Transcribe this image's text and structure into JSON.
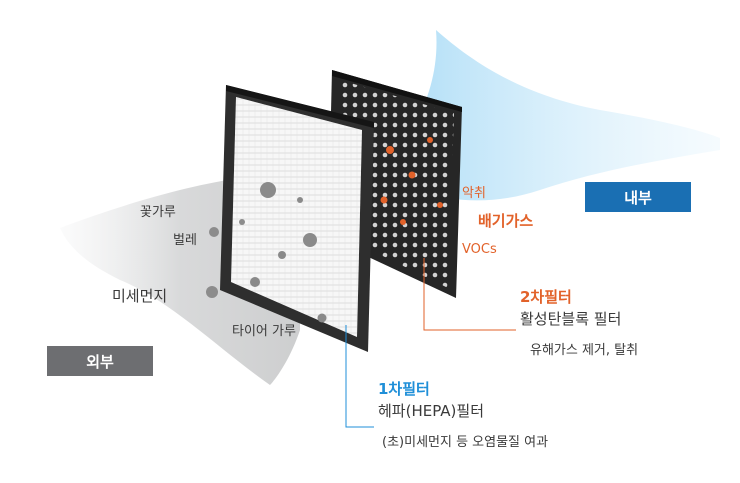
{
  "labels": {
    "outside": "외부",
    "inside": "내부",
    "pollen": "꽃가루",
    "bugs": "벌레",
    "fine_dust": "미세먼지",
    "tire_dust": "타이어 가루",
    "odor": "악취",
    "exhaust": "배기가스",
    "vocs": "VOCs"
  },
  "filter2": {
    "title": "2차필터",
    "name": "활성탄블록 필터",
    "desc": "유해가스 제거, 탈취"
  },
  "filter1": {
    "title": "1차필터",
    "name": "헤파(HEPA)필터",
    "desc": "(초)미세먼지 등 오염물질 여과"
  },
  "colors": {
    "outside_badge": "#6d6e71",
    "inside_badge": "#1a6fb3",
    "filter1_accent": "#1f8fd8",
    "filter2_accent": "#e2622a",
    "inside_flow": "#bfe6fa",
    "outside_flow": "#d9dadb"
  }
}
